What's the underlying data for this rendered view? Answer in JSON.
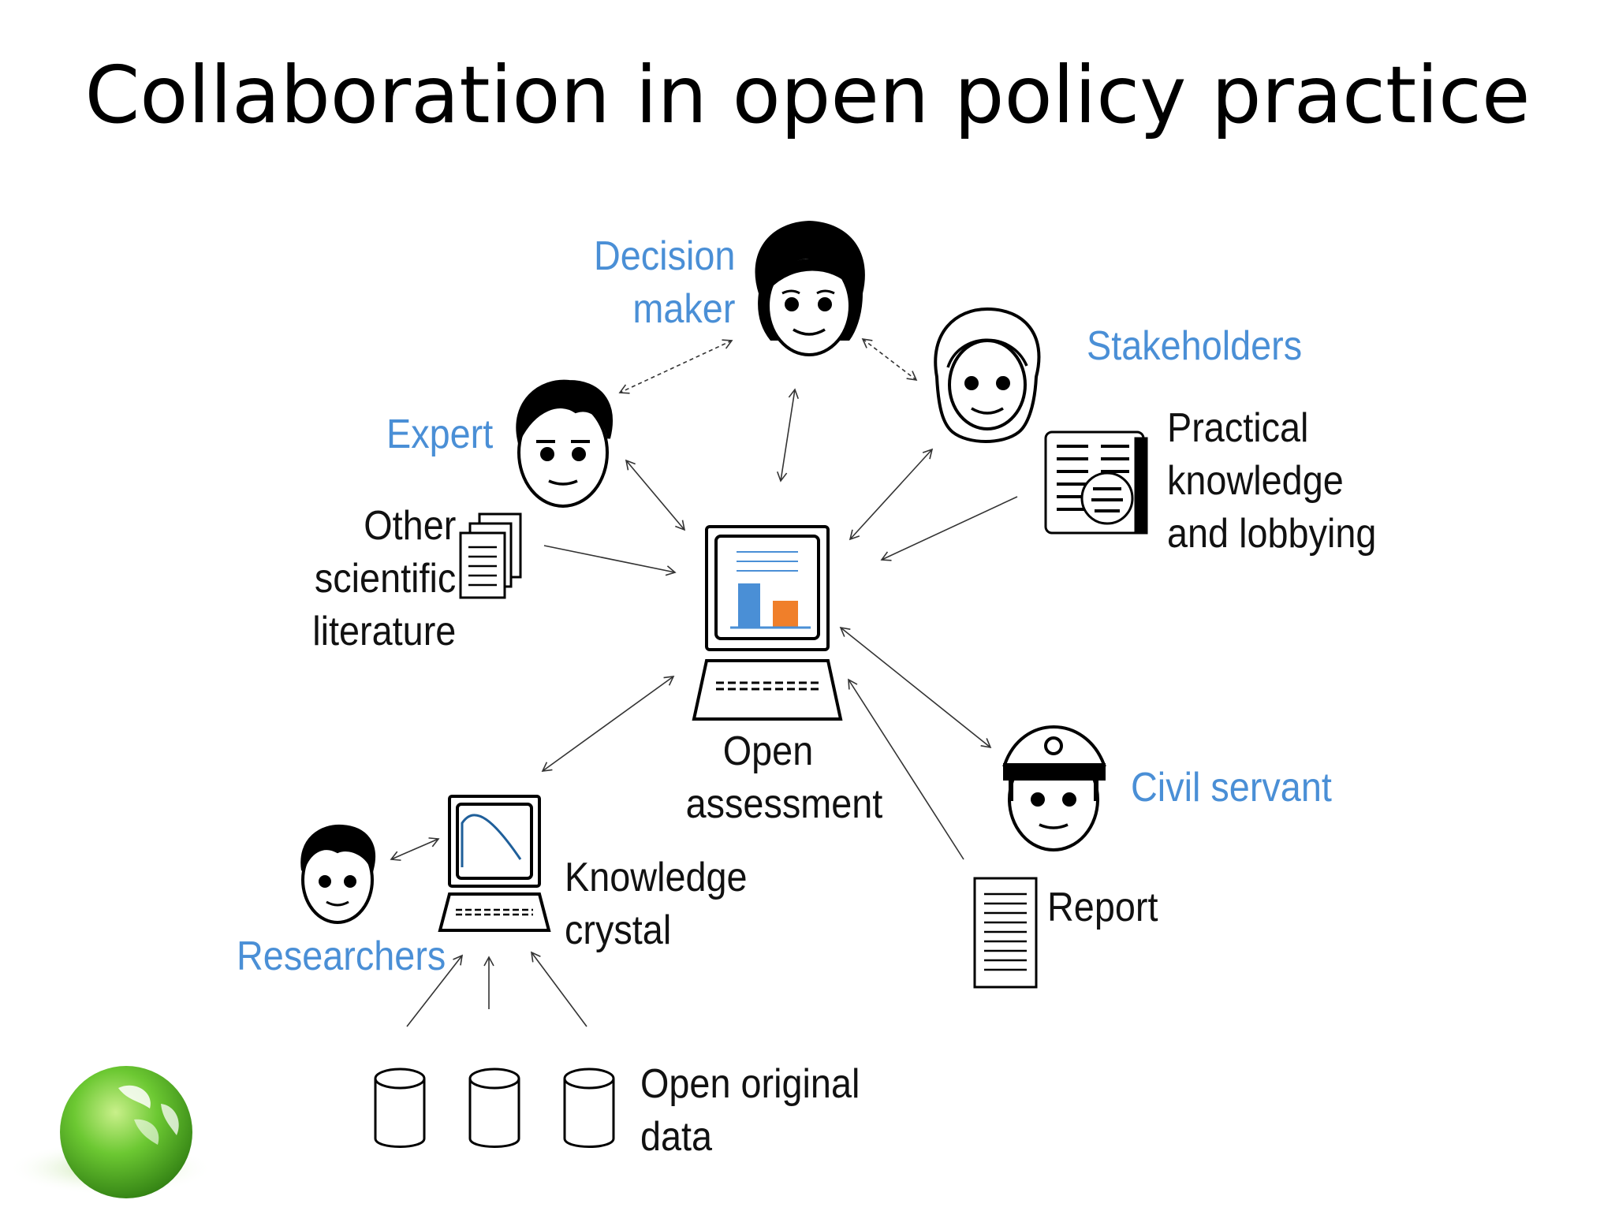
{
  "title": "Collaboration in open policy practice",
  "labels": {
    "decision_maker": "Decision\nmaker",
    "stakeholders": "Stakeholders",
    "expert": "Expert",
    "practical_knowledge": "Practical\nknowledge\nand lobbying",
    "other_literature": "Other\nscientific\nliterature",
    "open_assessment": "Open\nassessment",
    "civil_servant": "Civil servant",
    "knowledge_crystal": "Knowledge\ncrystal",
    "researchers": "Researchers",
    "report": "Report",
    "open_original_data": "Open original\ndata"
  },
  "colors": {
    "role_label": "#4a8fd6",
    "chart_bar_blue": "#4a8fd6",
    "chart_bar_orange": "#f07f2a",
    "logo_green": "#5cb82e"
  }
}
